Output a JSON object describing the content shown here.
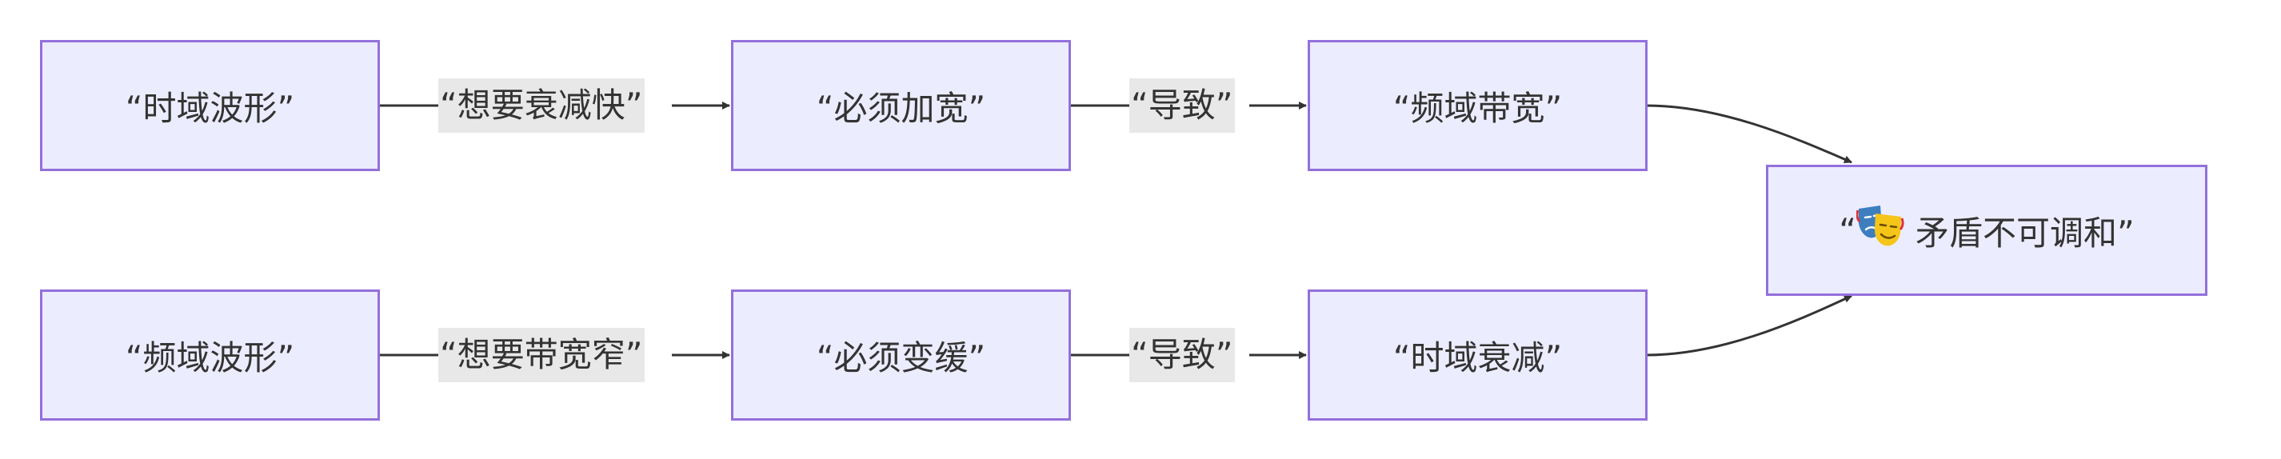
{
  "nodes": {
    "time_waveform": "“时域波形”",
    "must_widen": "“必须加宽”",
    "freq_bandwidth": "“频域带宽”",
    "freq_waveform": "“频域波形”",
    "must_slow": "“必须变缓”",
    "time_decay": "“时域衰减”",
    "conflict_open": "“",
    "conflict_text": "矛盾不可调和”"
  },
  "edges": {
    "want_fast_decay": "“想要衰减快”",
    "leads_to_top": "“导致”",
    "want_narrow_band": "“想要带宽窄”",
    "leads_to_bottom": "“导致”"
  },
  "icons": {
    "conflict": "performing-arts-mask-icon"
  },
  "colors": {
    "node_fill": "#ececff",
    "node_border": "#9370db",
    "edge_line": "#333333",
    "label_bg": "#e8e8e8"
  }
}
